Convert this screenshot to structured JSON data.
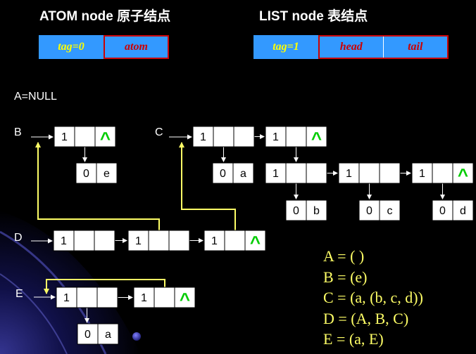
{
  "atom_title": "ATOM node 原子结点",
  "list_title": "LIST node 表结点",
  "atom_fields": {
    "tag": "tag=0",
    "atom": "atom"
  },
  "list_fields": {
    "tag": "tag=1",
    "head": "head",
    "tail": "tail"
  },
  "labels": {
    "A": "A=NULL",
    "B": "B",
    "C": "C",
    "D": "D",
    "E": "E"
  },
  "caret": "^",
  "equations": [
    "A = ( )",
    "B = (e)",
    "C = (a, (b, c, d))",
    "D = (A, B, C)",
    "E = (a, E)"
  ],
  "list_nodes": [
    {
      "id": "B1",
      "tag": "1",
      "tail_null": true
    },
    {
      "id": "C1",
      "tag": "1",
      "tail_null": false
    },
    {
      "id": "C2",
      "tag": "1",
      "tail_null": true
    },
    {
      "id": "S1",
      "tag": "1",
      "tail_null": false
    },
    {
      "id": "S2",
      "tag": "1",
      "tail_null": false
    },
    {
      "id": "S3",
      "tag": "1",
      "tail_null": true
    },
    {
      "id": "D1",
      "tag": "1",
      "tail_null": false
    },
    {
      "id": "D2",
      "tag": "1",
      "tail_null": false
    },
    {
      "id": "D3",
      "tag": "1",
      "tail_null": true
    },
    {
      "id": "E1",
      "tag": "1",
      "tail_null": false
    },
    {
      "id": "E2",
      "tag": "1",
      "tail_null": true
    }
  ],
  "atom_nodes": [
    {
      "id": "Be",
      "tag": "0",
      "value": "e"
    },
    {
      "id": "Ca",
      "tag": "0",
      "value": "a"
    },
    {
      "id": "Sb",
      "tag": "0",
      "value": "b"
    },
    {
      "id": "Sc",
      "tag": "0",
      "value": "c"
    },
    {
      "id": "Sd",
      "tag": "0",
      "value": "d"
    },
    {
      "id": "Ea",
      "tag": "0",
      "value": "a"
    }
  ],
  "colors": {
    "background": "#000000",
    "legend_fill": "#3399ff",
    "legend_red_text": "#cc0000",
    "legend_border": "#cc0000",
    "tag_text": "#ffff00",
    "arrow": "#ffffff",
    "shared_pointer": "#ffff66",
    "null_caret": "#00cc00",
    "equations": "#ffff66"
  }
}
